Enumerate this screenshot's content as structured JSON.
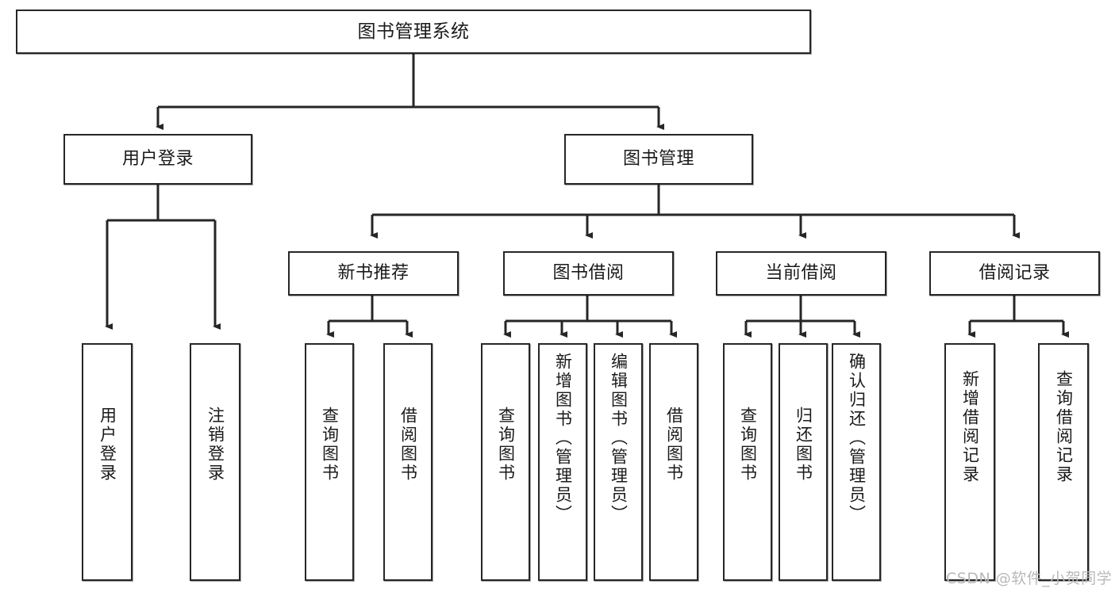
{
  "diagram": {
    "type": "hierarchy-tree",
    "title": "图书管理系统",
    "root": {
      "id": "root",
      "label": "图书管理系统"
    },
    "level2": [
      {
        "id": "user-login",
        "label": "用户登录"
      },
      {
        "id": "book-management",
        "label": "图书管理"
      }
    ],
    "level3": [
      {
        "id": "new-book-recommend",
        "label": "新书推荐",
        "parent": "book-management"
      },
      {
        "id": "book-borrow",
        "label": "图书借阅",
        "parent": "book-management"
      },
      {
        "id": "current-borrow",
        "label": "当前借阅",
        "parent": "book-management"
      },
      {
        "id": "borrow-record",
        "label": "借阅记录",
        "parent": "book-management"
      }
    ],
    "leaves": [
      {
        "id": "leaf-user-login",
        "label": "用户登录",
        "parent": "user-login"
      },
      {
        "id": "leaf-logout",
        "label": "注销登录",
        "parent": "user-login"
      },
      {
        "id": "leaf-query-book-1",
        "label": "查询图书",
        "parent": "new-book-recommend"
      },
      {
        "id": "leaf-borrow-book-1",
        "label": "借阅图书",
        "parent": "new-book-recommend"
      },
      {
        "id": "leaf-query-book-2",
        "label": "查询图书",
        "parent": "book-borrow"
      },
      {
        "id": "leaf-add-book",
        "label": "新增图书（管理员）",
        "parent": "book-borrow"
      },
      {
        "id": "leaf-edit-book",
        "label": "编辑图书（管理员）",
        "parent": "book-borrow"
      },
      {
        "id": "leaf-borrow-book-2",
        "label": "借阅图书",
        "parent": "book-borrow"
      },
      {
        "id": "leaf-query-book-3",
        "label": "查询图书",
        "parent": "current-borrow"
      },
      {
        "id": "leaf-return-book",
        "label": "归还图书",
        "parent": "current-borrow"
      },
      {
        "id": "leaf-confirm-return",
        "label": "确认归还（管理员）",
        "parent": "current-borrow"
      },
      {
        "id": "leaf-add-record",
        "label": "新增借阅记录",
        "parent": "borrow-record"
      },
      {
        "id": "leaf-query-record",
        "label": "查询借阅记录",
        "parent": "borrow-record"
      }
    ]
  },
  "watermark": {
    "text": "CSDN @软件_小贺同学"
  },
  "colors": {
    "stroke": "#262626",
    "box_fill": "#ffffff",
    "text": "#1a1a1a",
    "watermark": "#b9b9b9",
    "background": "#ffffff"
  }
}
